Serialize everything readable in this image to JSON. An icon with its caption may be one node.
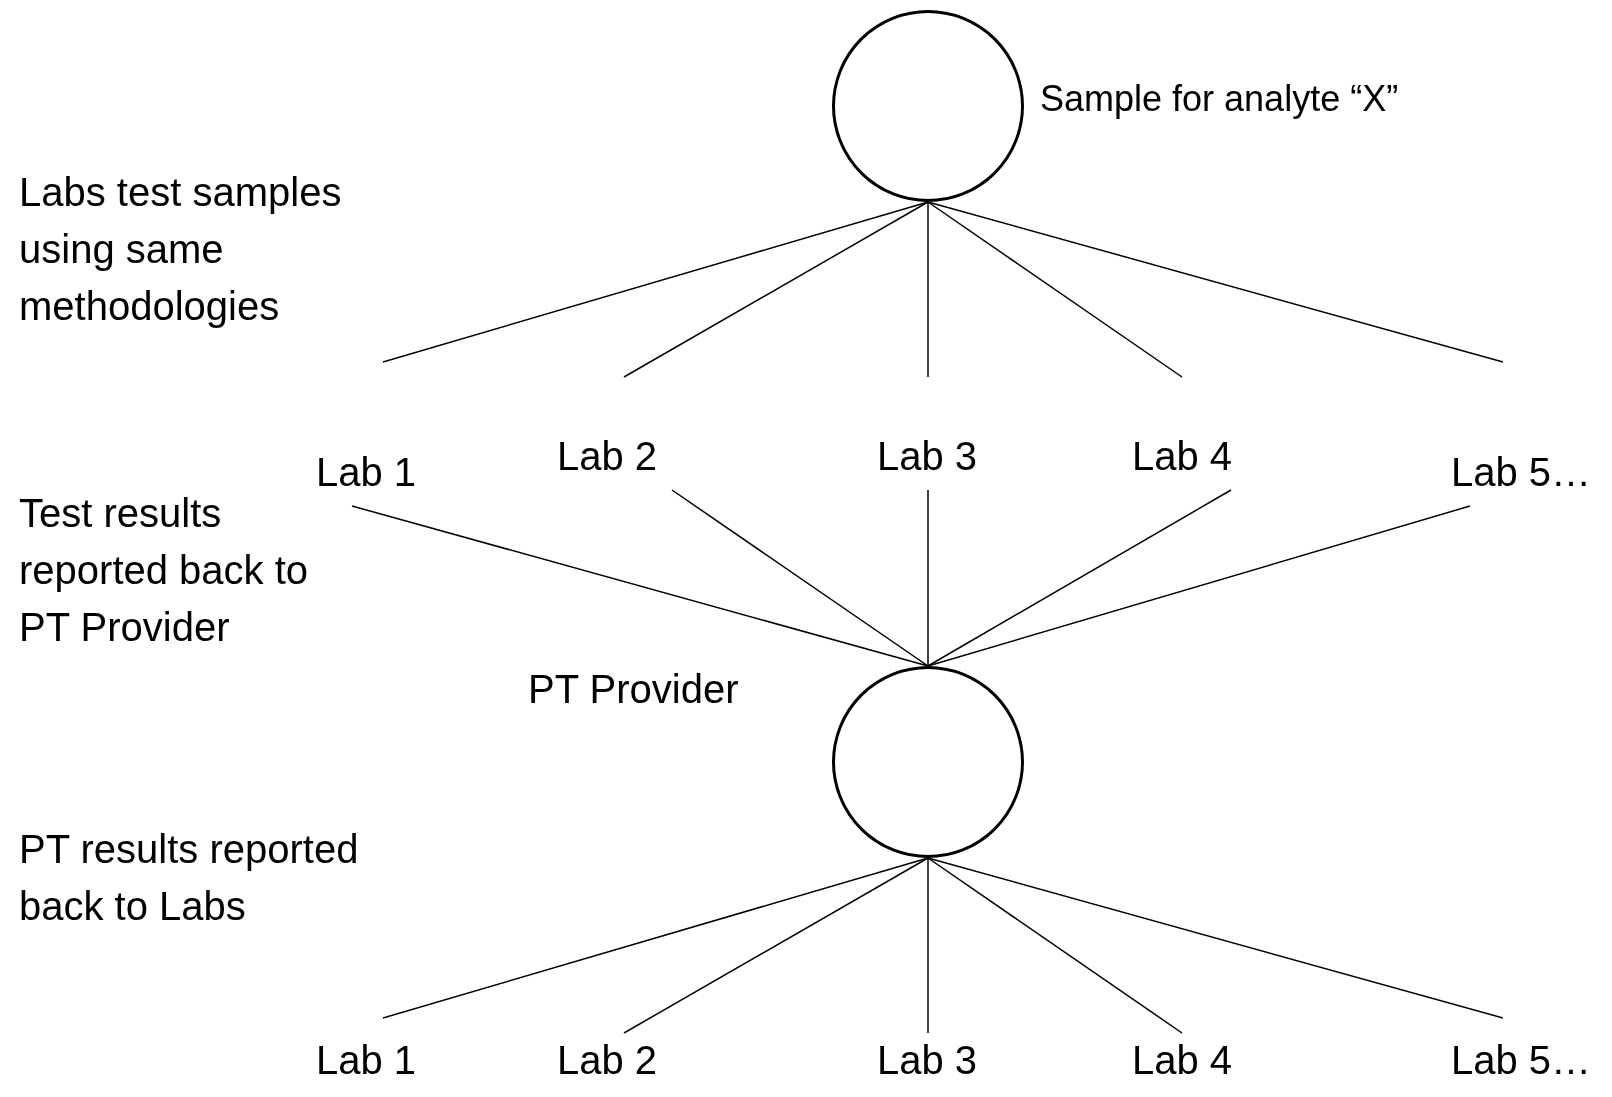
{
  "diagram": {
    "nodes": [
      {
        "text": [],
        "shape": "circle",
        "beside": [
          "Sample for analyte “X”"
        ]
      },
      {
        "text": [
          "Lab 1"
        ]
      },
      {
        "text": [
          "Lab 2"
        ]
      },
      {
        "text": [
          "Lab 3"
        ]
      },
      {
        "text": [
          "Lab 4"
        ]
      },
      {
        "text": [
          "Lab 5…"
        ]
      },
      {
        "text": [],
        "shape": "circle",
        "beside": [
          "PT Provider"
        ]
      },
      {
        "text": [
          "Lab 1"
        ]
      },
      {
        "text": [
          "Lab 2"
        ]
      },
      {
        "text": [
          "Lab 3"
        ]
      },
      {
        "text": [
          "Lab 4"
        ]
      },
      {
        "text": [
          "Lab 5…"
        ]
      }
    ],
    "edges": [
      {
        "from": 0,
        "to": 1,
        "arrow": "none"
      },
      {
        "from": 0,
        "to": 2,
        "arrow": "none"
      },
      {
        "from": 0,
        "to": 3,
        "arrow": "none"
      },
      {
        "from": 0,
        "to": 4,
        "arrow": "none"
      },
      {
        "from": 0,
        "to": 5,
        "arrow": "none"
      },
      {
        "from": 1,
        "to": 6,
        "arrow": "none"
      },
      {
        "from": 2,
        "to": 6,
        "arrow": "none"
      },
      {
        "from": 3,
        "to": 6,
        "arrow": "none"
      },
      {
        "from": 4,
        "to": 6,
        "arrow": "none"
      },
      {
        "from": 5,
        "to": 6,
        "arrow": "none"
      },
      {
        "from": 6,
        "to": 7,
        "arrow": "none"
      },
      {
        "from": 6,
        "to": 8,
        "arrow": "none"
      },
      {
        "from": 6,
        "to": 9,
        "arrow": "none"
      },
      {
        "from": 6,
        "to": 10,
        "arrow": "none"
      },
      {
        "from": 6,
        "to": 11,
        "arrow": "none"
      }
    ],
    "labels": [
      "Labs test samples using same methodologies",
      "Test results reported back to PT Provider",
      "PT results reported back to Labs"
    ]
  }
}
